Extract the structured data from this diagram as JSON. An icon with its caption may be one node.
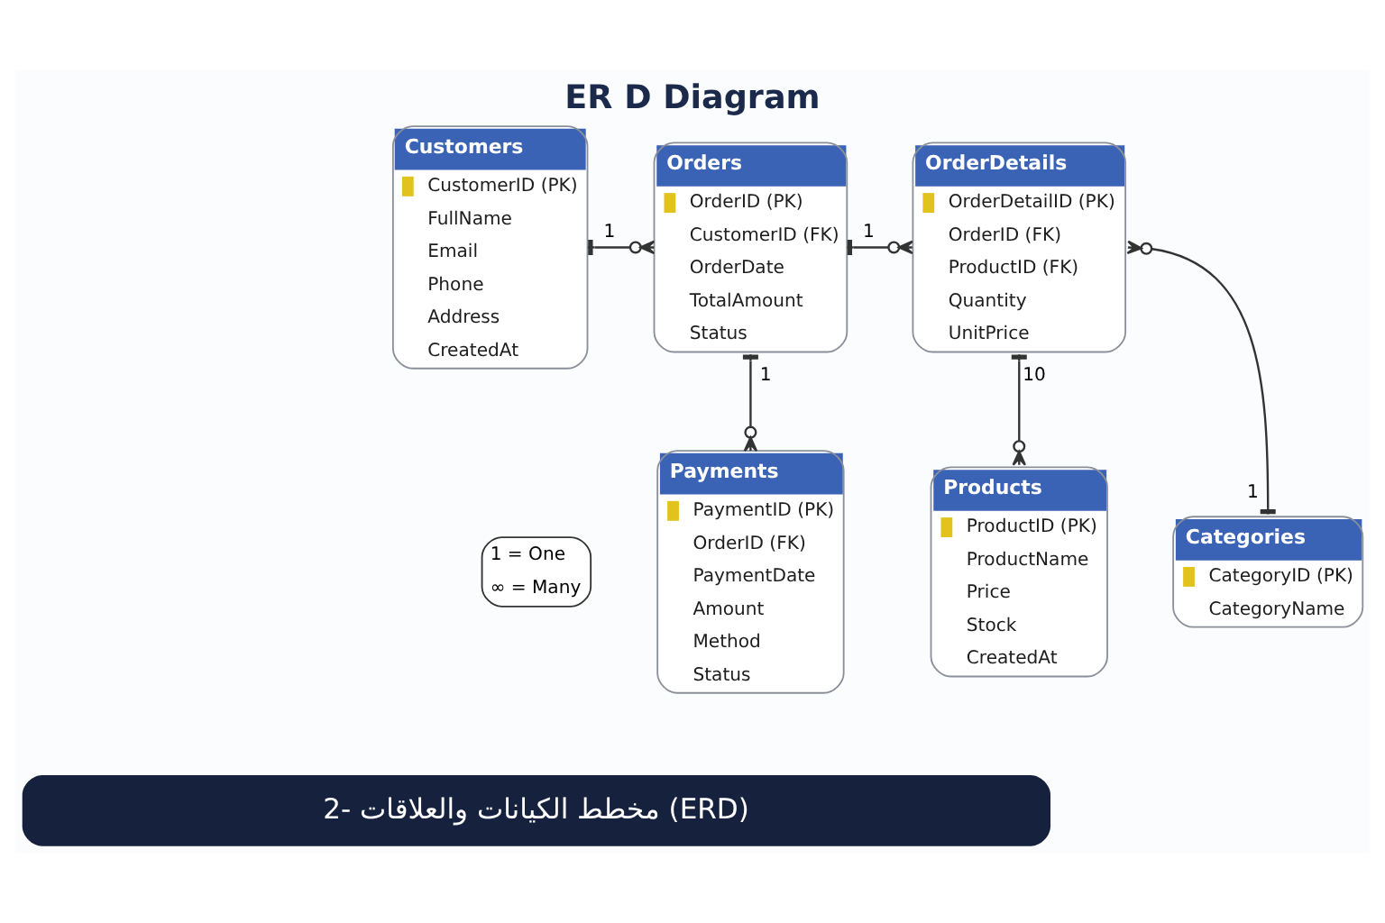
{
  "diagram": {
    "title": "ER D Diagram",
    "caption": "2- مخطط الكيانات والعلاقات (ERD)",
    "nodes": [
      {
        "text": [
          "Customers",
          "CustomerID (PK)",
          "FullName",
          "Email",
          "Phone",
          "Address",
          "CreatedAt"
        ]
      },
      {
        "text": [
          "Orders",
          "OrderID (PK)",
          "CustomerID (FK)",
          "OrderDate",
          "TotalAmount",
          "Status"
        ]
      },
      {
        "text": [
          "OrderDetails",
          "OrderDetailID (PK)",
          "OrderID (FK)",
          "ProductID (FK)",
          "Quantity",
          "UnitPrice"
        ]
      },
      {
        "text": [
          "Payments",
          "PaymentID (PK)",
          "OrderID (FK)",
          "PaymentDate",
          "Amount",
          "Method",
          "Status"
        ]
      },
      {
        "text": [
          "Products",
          "ProductID (PK)",
          "ProductName",
          "Price",
          "Stock",
          "CreatedAt"
        ]
      },
      {
        "text": [
          "Categories",
          "CategoryID (PK)",
          "CategoryName"
        ]
      }
    ],
    "edges": [
      {
        "from": 0,
        "to": 1,
        "arrow": "other",
        "label": "1"
      },
      {
        "from": 1,
        "to": 2,
        "arrow": "other",
        "label": "1"
      },
      {
        "from": 1,
        "to": 3,
        "arrow": "other",
        "label": "1"
      },
      {
        "from": 2,
        "to": 4,
        "arrow": "other",
        "label": "10"
      },
      {
        "from": 5,
        "to": 2,
        "arrow": "other",
        "label": "1"
      }
    ],
    "legend": [
      {
        "text": "1 = One"
      },
      {
        "text": "∞ = Many"
      }
    ]
  }
}
